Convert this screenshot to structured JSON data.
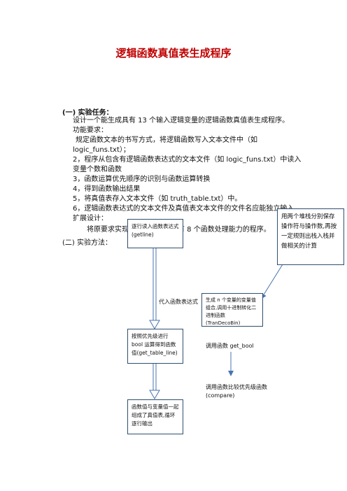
{
  "title": "逻辑函数真值表生成程序",
  "section1": {
    "heading": "(一) 实验任务：",
    "lines": [
      "设计一个能生成具有 13 个输入逻辑变量的逻辑函数真值表生成程序。",
      "功能要求：",
      "规定函数文本的书写方式，将逻辑函数写入文本文件中（如",
      "logic_funs.txt）；",
      "2，程序从包含有逻辑函数表达式的文本文件（如 logic_funs.txt）中读入",
      "变量个数和函数",
      "3，函数运算优先顺序的识别与函数运算转换",
      "4，得到函数输出结果",
      "5，将真值表存入文本文件（如 truth_table.txt）中。",
      "6，逻辑函数表达式的文本文件及真值表文本文件的文件名应能独立输入。",
      "扩展设计：",
      "将原要求实现的过程扩展为具有 8 个函数处理能力的程序。"
    ]
  },
  "section2": {
    "heading": "(二) 实验方法："
  },
  "flowchart": {
    "box1": "逐行读入函数表达式(getline)",
    "box2": "生成 n 个变量的变量值组合,调用十进制转化二进制函数(TranDecoBin)",
    "box3": "按照优先级进行 bool 运算得到函数值(get_table_line)",
    "box4": "函数值与变量值一起组成了真值表,循环逐行输出",
    "box5": "用两个堆栈分别保存操作符与操作数,再按一定规则出栈入栈并做相关的计算",
    "label_input": "代入函数表达式",
    "label_getbool": "调用函数 get_bool",
    "label_compare_1": "调用函数比较优先级函数",
    "label_compare_2": "(compare)"
  },
  "colors": {
    "title": "#c00000",
    "box_border": "#2f4f6f",
    "arrow": "#4a74b0"
  }
}
